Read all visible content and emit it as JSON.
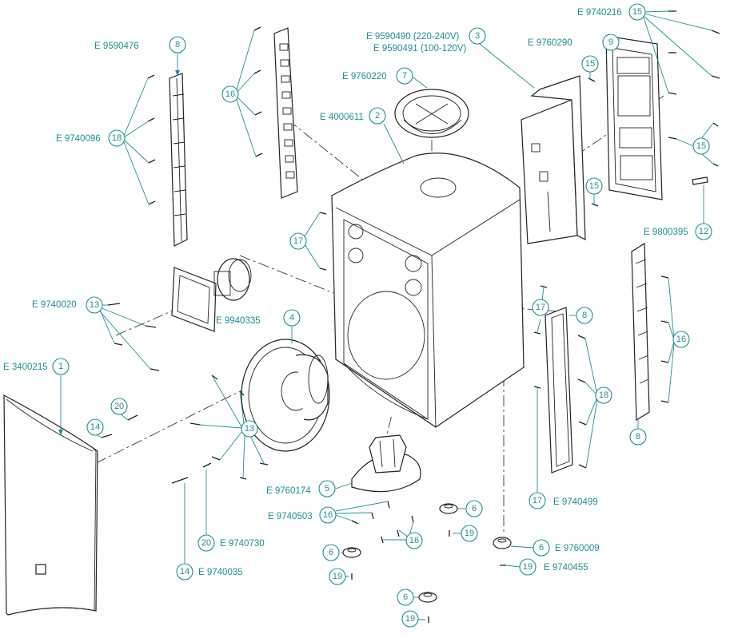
{
  "part_numbers": {
    "front_grille": "E 3400215",
    "rail_left": "E 9590476",
    "screw_rail_left": "E 9740096",
    "tweeter_screws": "E 9740020",
    "woofer": "E 9940335",
    "cabinet": "E 4000611",
    "horn_ring": "E 9760220",
    "amp_module": "E 9590490 (220-240V)",
    "amp_module_alt": "E 9590491 (100-120V)",
    "amp_plate": "E 9760290",
    "amp_screws": "E 9740216",
    "logo_badge": "E 9800395",
    "pole_cup": "E 9760174",
    "pole_cup_screws": "E 9740503",
    "handle_screw": "E 9740499",
    "foot": "E 9760009",
    "foot_screw": "E 9740455",
    "pin_20": "E 9740730",
    "pin_14": "E 9740035"
  },
  "callouts": {
    "c1": "1",
    "c2": "2",
    "c3": "3",
    "c4": "4",
    "c5": "5",
    "c6": "6",
    "c7": "7",
    "c8": "8",
    "c9": "9",
    "c12": "12",
    "c13": "13",
    "c14": "14",
    "c15": "15",
    "c16": "16",
    "c17": "17",
    "c18": "18",
    "c19": "19",
    "c20": "20"
  },
  "colors": {
    "accent": "#1f8f95",
    "line": "#222222",
    "background": "#ffffff"
  }
}
